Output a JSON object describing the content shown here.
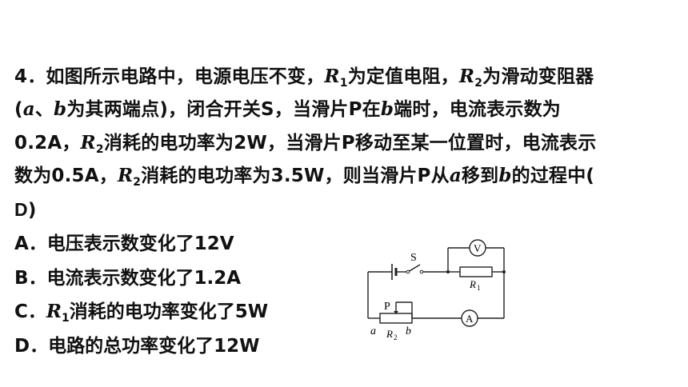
{
  "question": {
    "number": "4",
    "line1_a": "4．如图所示电路中，电源电压不变，",
    "line1_r1": "R",
    "line1_r1_sub": "1",
    "line1_b": "为定值电阻，",
    "line1_r2": "R",
    "line1_r2_sub": "2",
    "line1_c": "为滑动变阻器",
    "line2_a": "(",
    "line2_ita": "a",
    "line2_b": "、",
    "line2_itb": "b",
    "line2_c": "为其两端点)，闭合开关S，当滑片P在",
    "line2_itb2": "b",
    "line2_d": "端时，电流表示数为",
    "line3_a": "0.2A，",
    "line3_r2": "R",
    "line3_r2_sub": "2",
    "line3_b": "消耗的电功率为2W，当滑片P移动至某一位置时，电流表示",
    "line4_a": "数为0.5A，",
    "line4_r2": "R",
    "line4_r2_sub": "2",
    "line4_b": "消耗的电功率为3.5W，则当滑片P从",
    "line4_ita": "a",
    "line4_c": "移到",
    "line4_itb": "b",
    "line4_d": "的过程中(",
    "line5_answer": "D",
    "line5_close": ")"
  },
  "options": {
    "a": "A．电压表示数变化了12V",
    "b": "B．电流表示数变化了1.2A",
    "c_prefix": "C．",
    "c_r": "R",
    "c_sub": "1",
    "c_rest": "消耗的电功率变化了5W",
    "d": "D．电路的总功率变化了12W"
  },
  "circuit": {
    "switch_label": "S",
    "voltmeter_label": "V",
    "ammeter_label": "A",
    "r1_label": "R",
    "r1_sub": "1",
    "slider_label": "P",
    "end_a": "a",
    "end_b": "b",
    "r2_label": "R",
    "r2_sub": "2"
  }
}
